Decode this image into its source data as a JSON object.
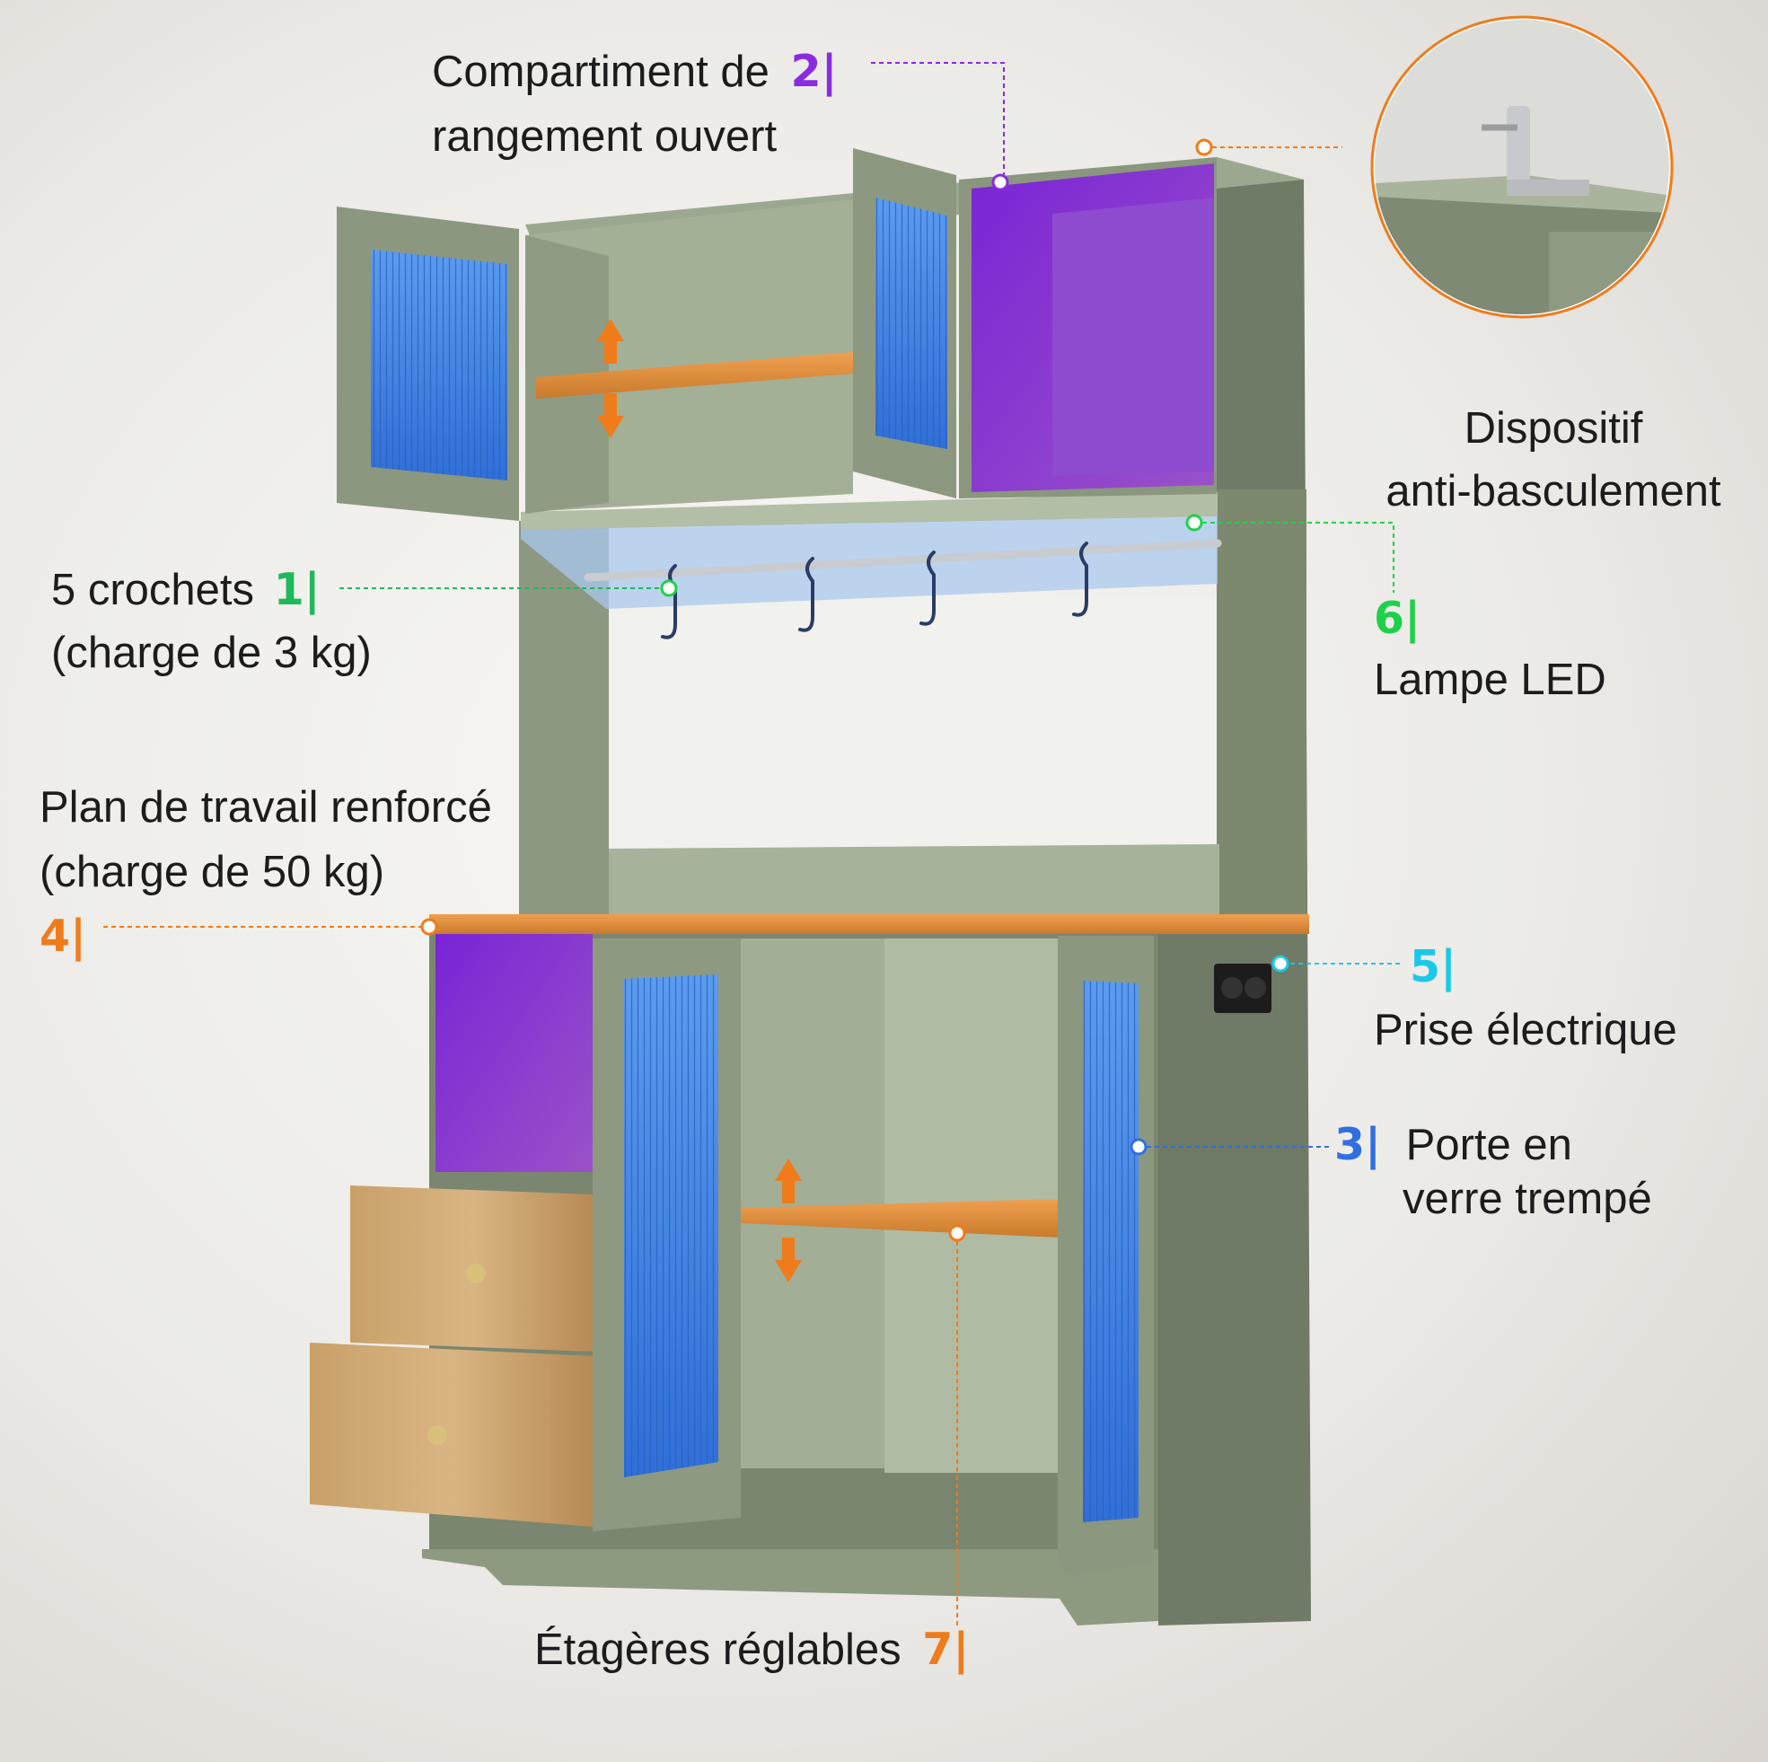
{
  "colors": {
    "cabinet": "#7b8771",
    "cabinet_light": "#9aa68f",
    "cabinet_interior": "#a9b49f",
    "wood": "#e39a4a",
    "purple": "#8a3fd8",
    "glass_blue": "#3f7fe0",
    "green": "#22d04a",
    "blue": "#2f6fe0",
    "cyan": "#1cc8e8",
    "orange": "#f07b1a"
  },
  "features": [
    {
      "id": "hooks",
      "number": "1",
      "lines": [
        "5 crochets",
        "(charge de 3 kg)"
      ],
      "color": "#1fb85a"
    },
    {
      "id": "open-storage",
      "number": "2",
      "lines": [
        "Compartiment de",
        "rangement ouvert"
      ],
      "color": "#8a2be2"
    },
    {
      "id": "glass-door",
      "number": "3",
      "lines": [
        "Porte en",
        "verre trempé"
      ],
      "color": "#2f6fe0"
    },
    {
      "id": "worktop",
      "number": "4",
      "lines": [
        "Plan de travail renforcé",
        "(charge de 50 kg)"
      ],
      "color": "#f07b1a"
    },
    {
      "id": "power-outlet",
      "number": "5",
      "lines": [
        "Prise électrique"
      ],
      "color": "#1cc8e8"
    },
    {
      "id": "led-lamp",
      "number": "6",
      "lines": [
        "Lampe LED"
      ],
      "color": "#1fd04a"
    },
    {
      "id": "adjustable-shelves",
      "number": "7",
      "lines": [
        "Étagères réglables"
      ],
      "color": "#f07b1a"
    }
  ],
  "anti_tip": {
    "lines": [
      "Dispositif",
      "anti-basculement"
    ]
  },
  "icons": [
    "up-down-arrow-icon",
    "s-hook-icon",
    "power-socket-icon",
    "anti-tip-bracket-icon"
  ]
}
